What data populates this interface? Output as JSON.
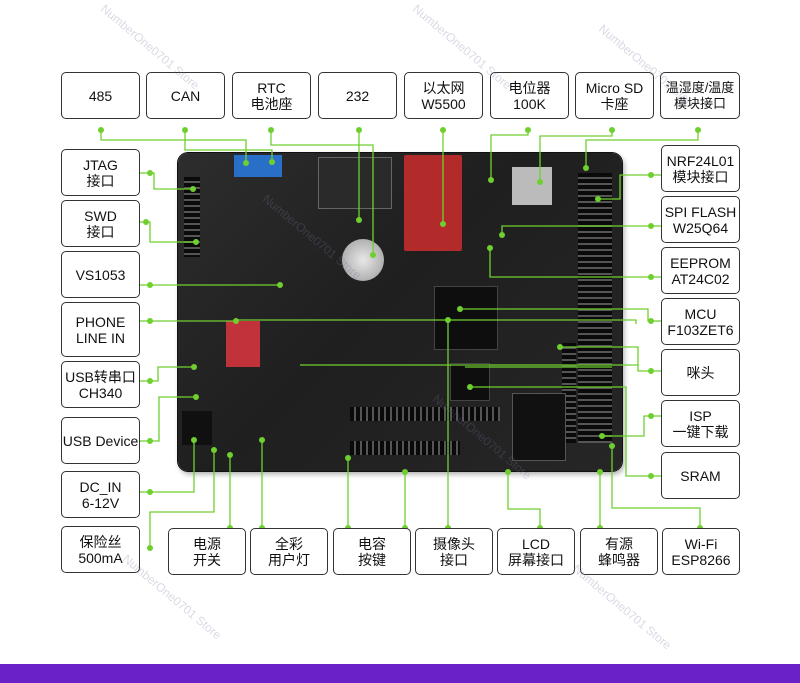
{
  "colors": {
    "accent_wire": "#6fcf2f",
    "box_border": "#333333",
    "bottom_bar": "#6a22c8",
    "board": "#222222"
  },
  "labels": {
    "rs485": [
      "485"
    ],
    "can": [
      "CAN"
    ],
    "rtc": [
      "RTC",
      "电池座"
    ],
    "rs232": [
      "232"
    ],
    "ethernet": [
      "以太网",
      "W5500"
    ],
    "potentiometer": [
      "电位器",
      "100K"
    ],
    "microsd": [
      "Micro SD",
      "卡座"
    ],
    "temp_humidity": [
      "温湿度/温度",
      "模块接口"
    ],
    "jtag": [
      "JTAG",
      "接口"
    ],
    "swd": [
      "SWD",
      "接口"
    ],
    "vs1053": [
      "VS1053"
    ],
    "phone_line_in": [
      "PHONE",
      "LINE IN"
    ],
    "usb_serial": [
      "USB转串口",
      "CH340"
    ],
    "usb_device": [
      "USB Device"
    ],
    "dc_in": [
      "DC_IN",
      "6-12V"
    ],
    "fuse": [
      "保险丝",
      "500mA"
    ],
    "nrf24l01": [
      "NRF24L01",
      "模块接口"
    ],
    "spi_flash": [
      "SPI FLASH",
      "W25Q64"
    ],
    "eeprom": [
      "EEPROM",
      "AT24C02"
    ],
    "mcu": [
      "MCU",
      "F103ZET6"
    ],
    "microphone": [
      "咪头"
    ],
    "isp": [
      "ISP",
      "一键下载"
    ],
    "sram": [
      "SRAM"
    ],
    "power_switch": [
      "电源",
      "开关"
    ],
    "rgb_led": [
      "全彩",
      "用户灯"
    ],
    "cap_button": [
      "电容",
      "按键"
    ],
    "camera": [
      "摄像头",
      "接口"
    ],
    "lcd": [
      "LCD",
      "屏幕接口"
    ],
    "buzzer": [
      "有源",
      "蜂鸣器"
    ],
    "wifi": [
      "Wi-Fi",
      "ESP8266"
    ]
  },
  "watermark": "NumberOne0701 Store"
}
